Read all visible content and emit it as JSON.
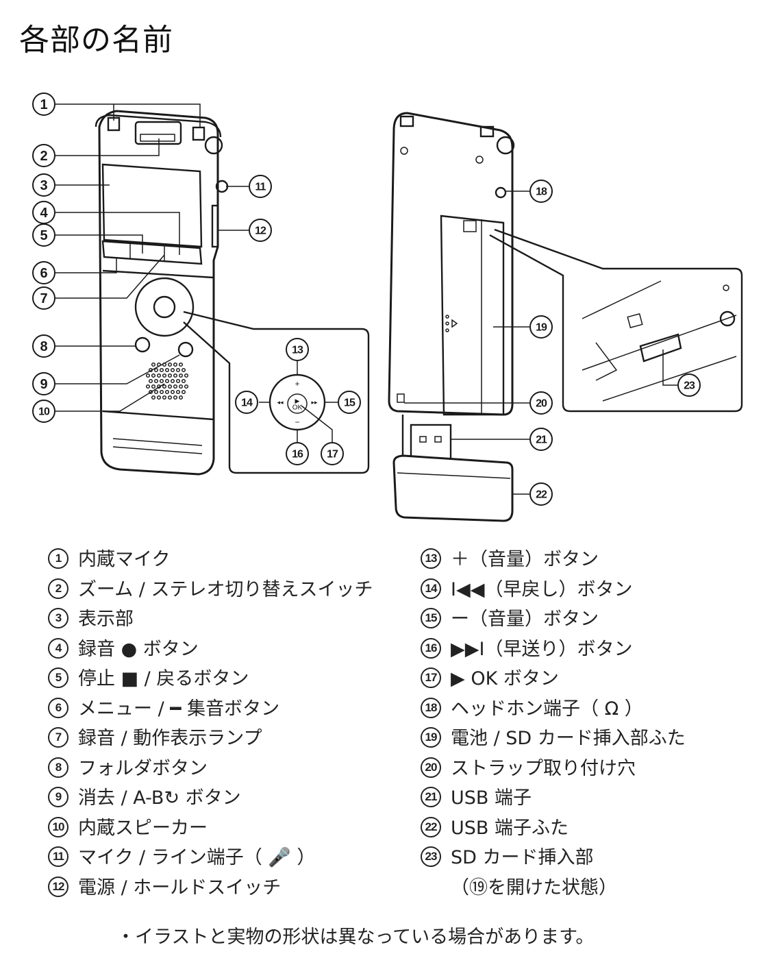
{
  "page": {
    "title": "各部の名前",
    "note": "・イラストと実物の形状は異なっている場合があります。"
  },
  "diagram": {
    "dpad_labels": {
      "plus": "+",
      "minus": "−",
      "ok": "OK",
      "play": "▶",
      "rew": "◂◂",
      "ff": "▸▸"
    },
    "callouts": [
      "1",
      "2",
      "3",
      "4",
      "5",
      "6",
      "7",
      "8",
      "9",
      "10",
      "11",
      "12",
      "13",
      "14",
      "15",
      "16",
      "17",
      "18",
      "19",
      "20",
      "21",
      "22",
      "23"
    ]
  },
  "legend": {
    "left": [
      {
        "num": "1",
        "text": "内蔵マイク"
      },
      {
        "num": "2",
        "text": "ズーム / ステレオ切り替えスイッチ"
      },
      {
        "num": "3",
        "text": "表示部"
      },
      {
        "num": "4",
        "text": "録音 ● ボタン"
      },
      {
        "num": "5",
        "text": "停止 ■ / 戻るボタン"
      },
      {
        "num": "6",
        "text": "メニュー / ━ 集音ボタン"
      },
      {
        "num": "7",
        "text": "録音 / 動作表示ランプ"
      },
      {
        "num": "8",
        "text": "フォルダボタン"
      },
      {
        "num": "9",
        "text": "消去 / A-B↻ ボタン"
      },
      {
        "num": "10",
        "text": "内蔵スピーカー"
      },
      {
        "num": "11",
        "text": "マイク / ライン端子（ 🎤 ）"
      },
      {
        "num": "12",
        "text": "電源 / ホールドスイッチ"
      }
    ],
    "right": [
      {
        "num": "13",
        "text": "＋（音量）ボタン"
      },
      {
        "num": "14",
        "text": "I◀◀（早戻し）ボタン"
      },
      {
        "num": "15",
        "text": "ー（音量）ボタン"
      },
      {
        "num": "16",
        "text": "▶▶I（早送り）ボタン"
      },
      {
        "num": "17",
        "text": "▶ OK ボタン"
      },
      {
        "num": "18",
        "text": "ヘッドホン端子（ Ω ）"
      },
      {
        "num": "19",
        "text": "電池 / SD カード挿入部ふた"
      },
      {
        "num": "20",
        "text": "ストラップ取り付け穴"
      },
      {
        "num": "21",
        "text": "USB 端子"
      },
      {
        "num": "22",
        "text": "USB 端子ふた"
      },
      {
        "num": "23",
        "text": "SD カード挿入部",
        "sub": "（⑲を開けた状態）"
      }
    ]
  }
}
